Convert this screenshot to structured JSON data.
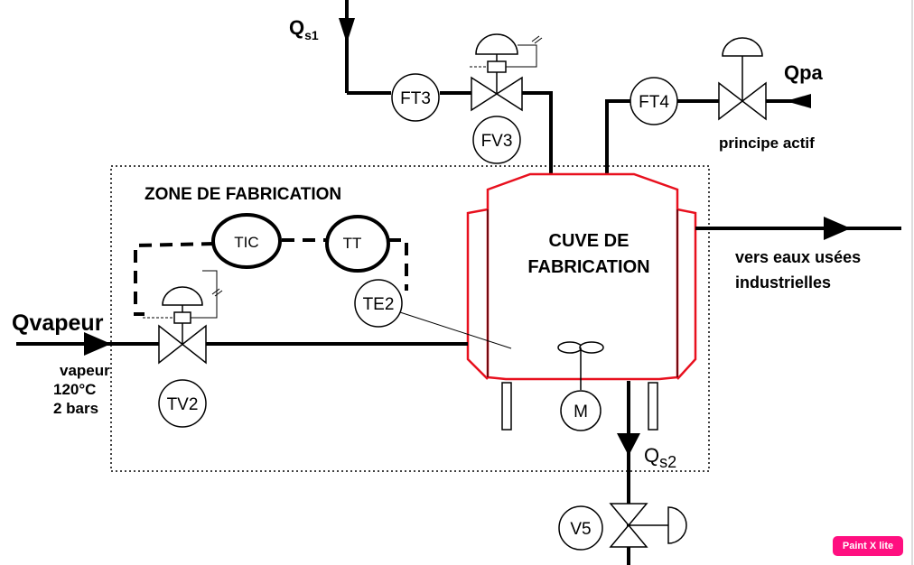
{
  "flows": {
    "qs1_main": "Q",
    "qs1_sub": "s1",
    "qpa": "Qpa",
    "qvapeur": "Qvapeur",
    "qs2_main": "Q",
    "qs2_sub": "s2"
  },
  "labels": {
    "principe_actif": "principe actif",
    "vapeur_line1": "vapeur",
    "vapeur_line2": "120°C",
    "vapeur_line3": "2 bars",
    "eaux_line1": "vers eaux usées",
    "eaux_line2": "industrielles",
    "zone": "ZONE DE FABRICATION",
    "cuve_line1": "CUVE DE",
    "cuve_line2": "FABRICATION"
  },
  "instruments": {
    "ft3": "FT3",
    "fv3": "FV3",
    "ft4": "FT4",
    "tic": "TIC",
    "tt": "TT",
    "te2": "TE2",
    "tv2": "TV2",
    "m": "M",
    "v5": "V5"
  },
  "watermark": "Paint X lite",
  "colors": {
    "vessel": "#e8101e",
    "line": "#000000",
    "watermark": "#ff0f80"
  }
}
